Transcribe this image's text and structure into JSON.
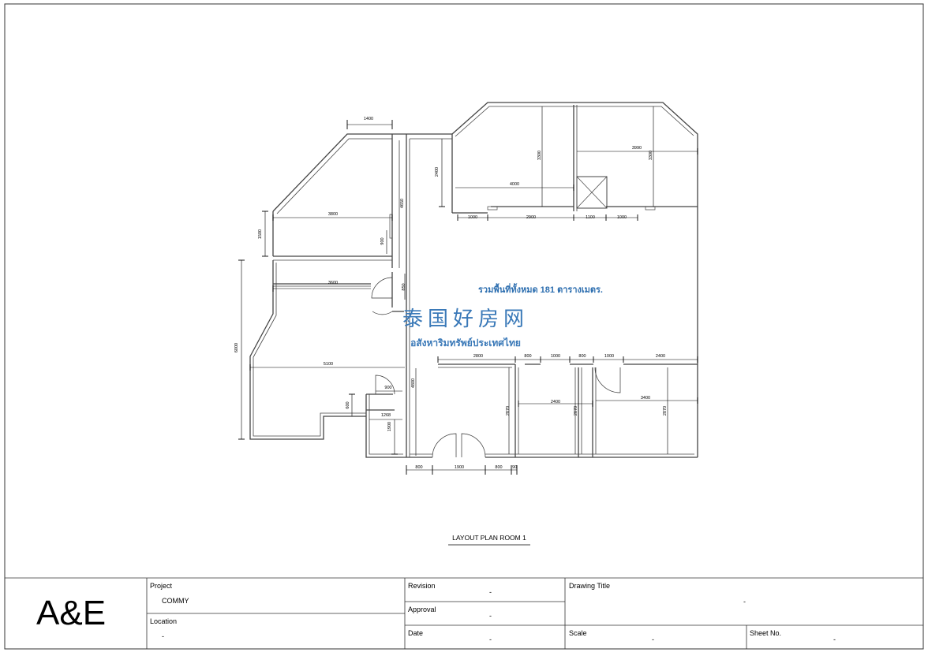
{
  "plan": {
    "area_text": "รวมพื้นที่ทั้งหมด 181 ตารางเมตร.",
    "watermark_cn": "泰国好房网",
    "watermark_th": "อสังหาริมทรัพย์ประเทศไทย",
    "caption": "LAYOUT PLAN ROOM 1",
    "dimensions": {
      "d1400": "1400",
      "d3800": "3800",
      "d1500": "1500",
      "d900a": "900",
      "d4650": "4650",
      "d3600": "3600",
      "d850": "850",
      "d6000": "6000",
      "d5100": "5100",
      "d900b": "900",
      "d600": "600",
      "d1268": "1268",
      "d1900v": "1900",
      "d4800": "4800",
      "d2400v": "2400",
      "d3300a": "3300",
      "d4000": "4000",
      "d3990": "3990",
      "d3300b": "3300",
      "d1000a": "1000",
      "d2900": "2900",
      "d1100": "1100",
      "d1000b": "1000",
      "d2800": "2800",
      "d800a": "800",
      "d1000c": "1000",
      "d800b": "800",
      "d1000d": "1000",
      "d2400a": "2400",
      "d2400b": "2400",
      "d3400": "3400",
      "d2870a": "2870",
      "d2870b": "2870",
      "d2870c": "2870",
      "d800c": "800",
      "d1900h": "1900",
      "d800d": "800",
      "d90": "90"
    }
  },
  "title_block": {
    "logo": "A&E",
    "project_label": "Project",
    "project_value": "COMMY",
    "location_label": "Location",
    "location_value": "-",
    "revision_label": "Revision",
    "revision_value": "-",
    "approval_label": "Approval",
    "approval_value": "-",
    "date_label": "Date",
    "date_value": "-",
    "drawing_title_label": "Drawing Title",
    "drawing_title_value": "-",
    "scale_label": "Scale",
    "scale_value": "-",
    "sheet_label": "Sheet No.",
    "sheet_value": "-"
  }
}
